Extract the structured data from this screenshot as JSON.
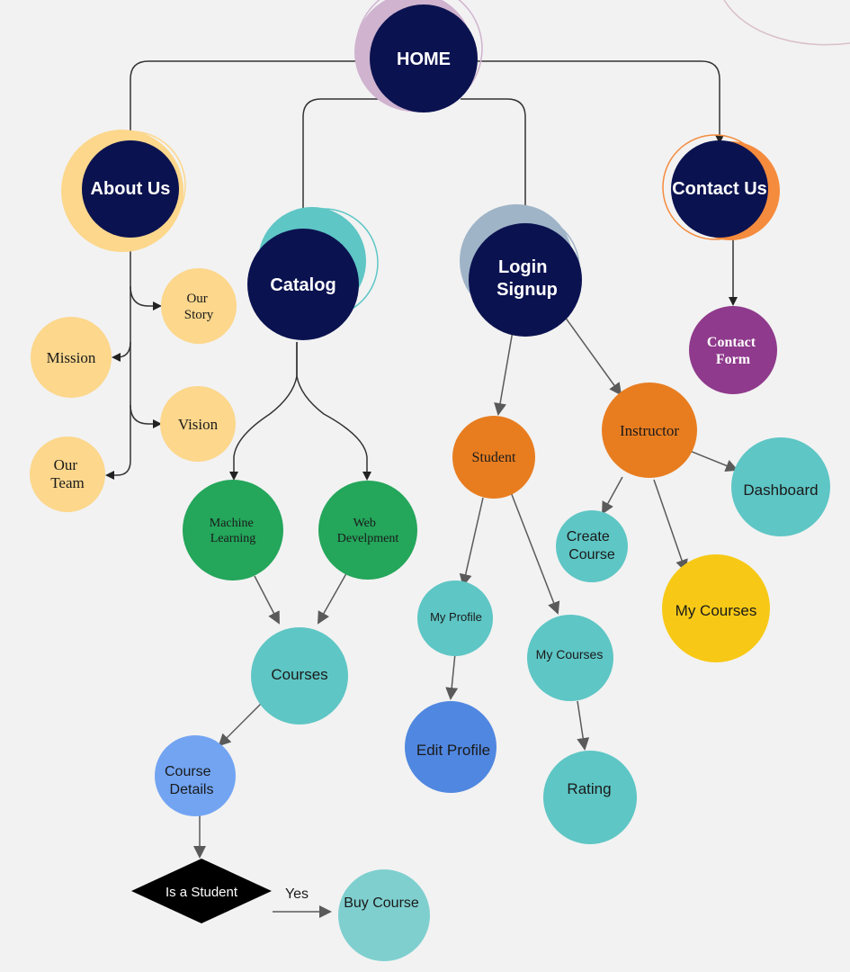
{
  "nodes": {
    "home": "HOME",
    "about": "About Us",
    "catalog": "Catalog",
    "login": [
      "Login",
      "Signup"
    ],
    "contact": "Contact Us",
    "contact_form": [
      "Contact",
      "Form"
    ],
    "our_story": [
      "Our",
      "Story"
    ],
    "mission": "Mission",
    "vision": "Vision",
    "our_team": [
      "Our",
      "Team"
    ],
    "machine_learning": [
      "Machine",
      "Learning"
    ],
    "web_development": [
      "Web",
      "Develpment"
    ],
    "courses": "Courses",
    "course_details": [
      "Course",
      "Details"
    ],
    "is_student": "Is a Student",
    "yes": "Yes",
    "buy_course": "Buy Course",
    "student": "Student",
    "instructor": "Instructor",
    "dashboard": "Dashboard",
    "create_course": [
      "Create",
      "Course"
    ],
    "my_courses_instructor": "My Courses",
    "my_profile": "My Profile",
    "my_courses_student": "My Courses",
    "edit_profile": "Edit Profile",
    "rating": "Rating"
  },
  "colors": {
    "background": "#f2f2f2",
    "navy": "#0b1250",
    "light_orange": "#fcd78c",
    "teal": "#5ec6c5",
    "green": "#24a65b",
    "blue": "#72a4f2",
    "orange": "#e87d20",
    "purple": "#8f3a8c",
    "yellow": "#f7c916",
    "edit_blue": "#5087e0",
    "grey_blue": "#9fb4c7"
  }
}
